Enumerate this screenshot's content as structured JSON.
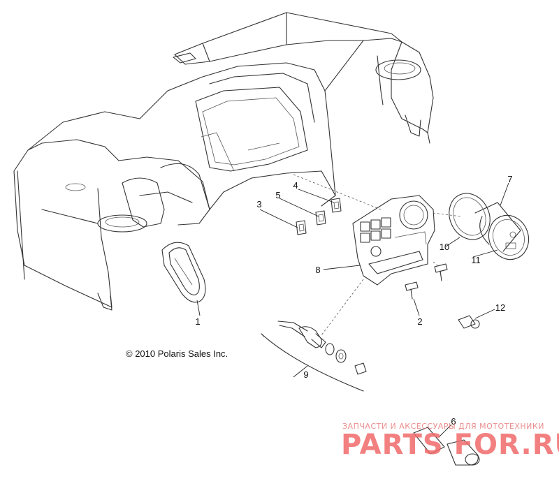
{
  "callouts": {
    "c1": "1",
    "c2": "2",
    "c3": "3",
    "c4": "4",
    "c5": "5",
    "c6": "6",
    "c7": "7",
    "c8": "8",
    "c9": "9",
    "c10": "10",
    "c11": "11",
    "c12": "12"
  },
  "copyright": "© 2010 Polaris Sales Inc.",
  "watermark": {
    "tagline": "ЗАПЧАСТИ И АКСЕССУАРЫ ДЛЯ МОТОТЕХНИКИ",
    "brand": "PARTS FOR.RU"
  },
  "colors": {
    "line": "#333333",
    "watermark": "#f06b6b"
  }
}
